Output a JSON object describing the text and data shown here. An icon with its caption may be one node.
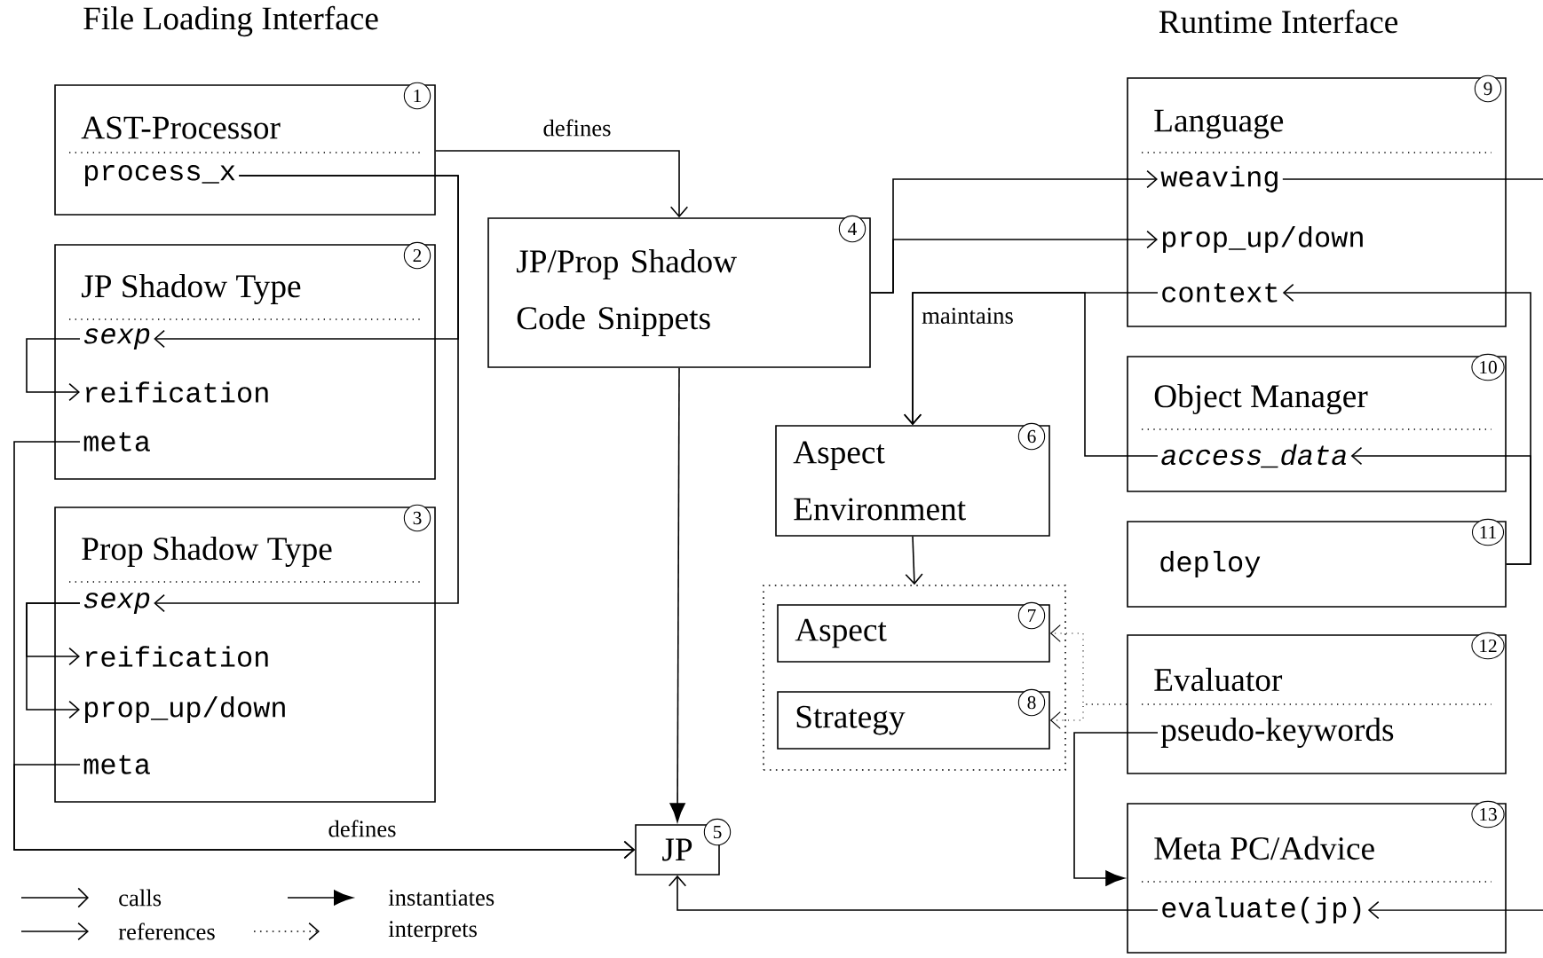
{
  "diagram": {
    "nodes": [
      {
        "text": [
          "AST-Processor",
          "1"
        ]
      },
      {
        "text": [
          "process_x"
        ],
        "in": 0
      },
      {
        "text": [
          "JP Shadow Type",
          "2"
        ]
      },
      {
        "text": [
          "sexp"
        ],
        "in": 2
      },
      {
        "text": [
          "reification"
        ],
        "in": 2
      },
      {
        "text": [
          "meta"
        ],
        "in": 2
      },
      {
        "text": [
          "Prop Shadow Type",
          "3"
        ]
      },
      {
        "text": [
          "sexp"
        ],
        "in": 6
      },
      {
        "text": [
          "reification"
        ],
        "in": 6
      },
      {
        "text": [
          "prop_up/down"
        ],
        "in": 6
      },
      {
        "text": [
          "meta"
        ],
        "in": 6
      },
      {
        "text": [
          "JP/Prop Shadow Code Snippets",
          "4"
        ]
      },
      {
        "text": [
          "JP",
          "5"
        ]
      },
      {
        "text": [
          "Aspect Environment",
          "6"
        ]
      },
      {
        "text": [],
        "shape": "box"
      },
      {
        "text": [
          "Aspect",
          "7"
        ],
        "in": 14
      },
      {
        "text": [
          "Strategy",
          "8"
        ],
        "in": 14
      },
      {
        "text": [
          "Language",
          "9"
        ]
      },
      {
        "text": [
          "weaving"
        ],
        "in": 17
      },
      {
        "text": [
          "prop_up/down"
        ],
        "in": 17
      },
      {
        "text": [
          "context"
        ],
        "in": 17
      },
      {
        "text": [
          "Object Manager",
          "10"
        ]
      },
      {
        "text": [
          "access_data"
        ],
        "in": 21
      },
      {
        "text": [
          "deploy",
          "11"
        ]
      },
      {
        "text": [
          "Evaluator",
          "12"
        ]
      },
      {
        "text": [
          "pseudo-keywords"
        ],
        "in": 24
      },
      {
        "text": [
          "Meta PC/Advice",
          "13"
        ]
      },
      {
        "text": [
          "evaluate(jp)"
        ],
        "in": 26
      }
    ],
    "edges": [
      {
        "from": 0,
        "to": 11,
        "arrow": "to",
        "label": "defines"
      },
      {
        "from": 1,
        "to": 3,
        "arrow": "to"
      },
      {
        "from": 1,
        "to": 7,
        "arrow": "to"
      },
      {
        "from": 3,
        "to": 4,
        "arrow": "to"
      },
      {
        "from": 7,
        "to": 8,
        "arrow": "to"
      },
      {
        "from": 7,
        "to": 9,
        "arrow": "to"
      },
      {
        "from": 5,
        "to": 12,
        "arrow": "to",
        "label": "defines"
      },
      {
        "from": 10,
        "to": 12,
        "arrow": "to"
      },
      {
        "from": 11,
        "to": 12,
        "arrow": "to"
      },
      {
        "from": 11,
        "to": 18,
        "arrow": "to"
      },
      {
        "from": 11,
        "to": 19,
        "arrow": "to"
      },
      {
        "from": 20,
        "to": 13,
        "arrow": "to",
        "label": "maintains"
      },
      {
        "from": 22,
        "to": 13,
        "arrow": "to"
      },
      {
        "from": 18,
        "to": null,
        "arrow": "none"
      },
      {
        "from": 23,
        "to": 20,
        "arrow": "to"
      },
      {
        "from": 23,
        "to": 22,
        "arrow": "to"
      },
      {
        "from": 13,
        "to": 14,
        "arrow": "to"
      },
      {
        "from": 24,
        "to": 15,
        "arrow": "to",
        "style": "dashed"
      },
      {
        "from": 24,
        "to": 16,
        "arrow": "to",
        "style": "dashed"
      },
      {
        "from": 25,
        "to": 26,
        "arrow": "to"
      },
      {
        "from": null,
        "to": 27,
        "arrow": "to"
      },
      {
        "from": 27,
        "to": 12,
        "arrow": "to"
      }
    ],
    "labels": [
      "File Loading Interface",
      "Runtime Interface"
    ],
    "legend": [
      {
        "text": "calls"
      },
      {
        "text": "instantiates"
      },
      {
        "text": "references"
      },
      {
        "text": "interprets"
      }
    ]
  }
}
